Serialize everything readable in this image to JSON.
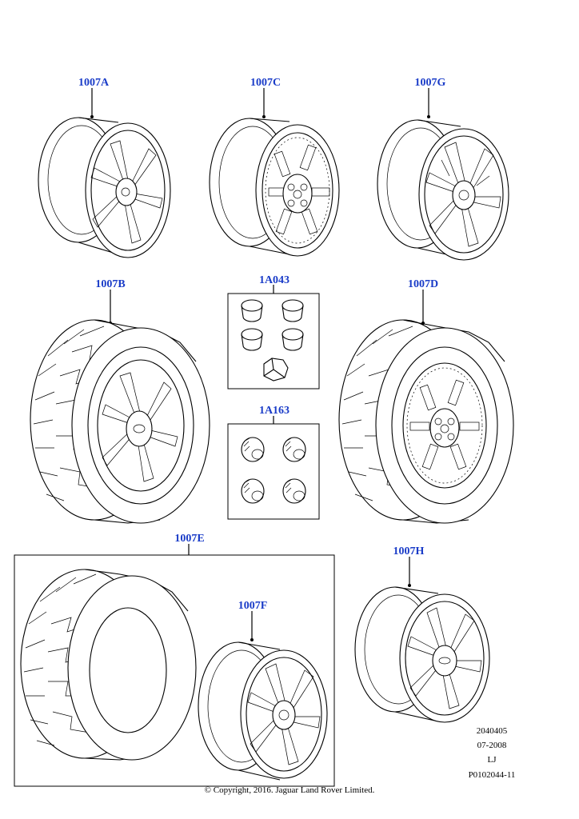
{
  "callouts": {
    "a": "1007A",
    "c": "1007C",
    "g": "1007G",
    "b": "1007B",
    "hw1": "1A043",
    "d": "1007D",
    "hw2": "1A163",
    "e": "1007E",
    "f": "1007F",
    "h": "1007H"
  },
  "meta": {
    "code": "2040405",
    "date": "07-2008",
    "initials": "LJ",
    "ref": "P0102044-11"
  },
  "copyright": "© Copyright, 2016. Jaguar Land Rover Limited.",
  "colors": {
    "callout": "#1a3cc8",
    "line": "#000000",
    "background": "#ffffff"
  }
}
